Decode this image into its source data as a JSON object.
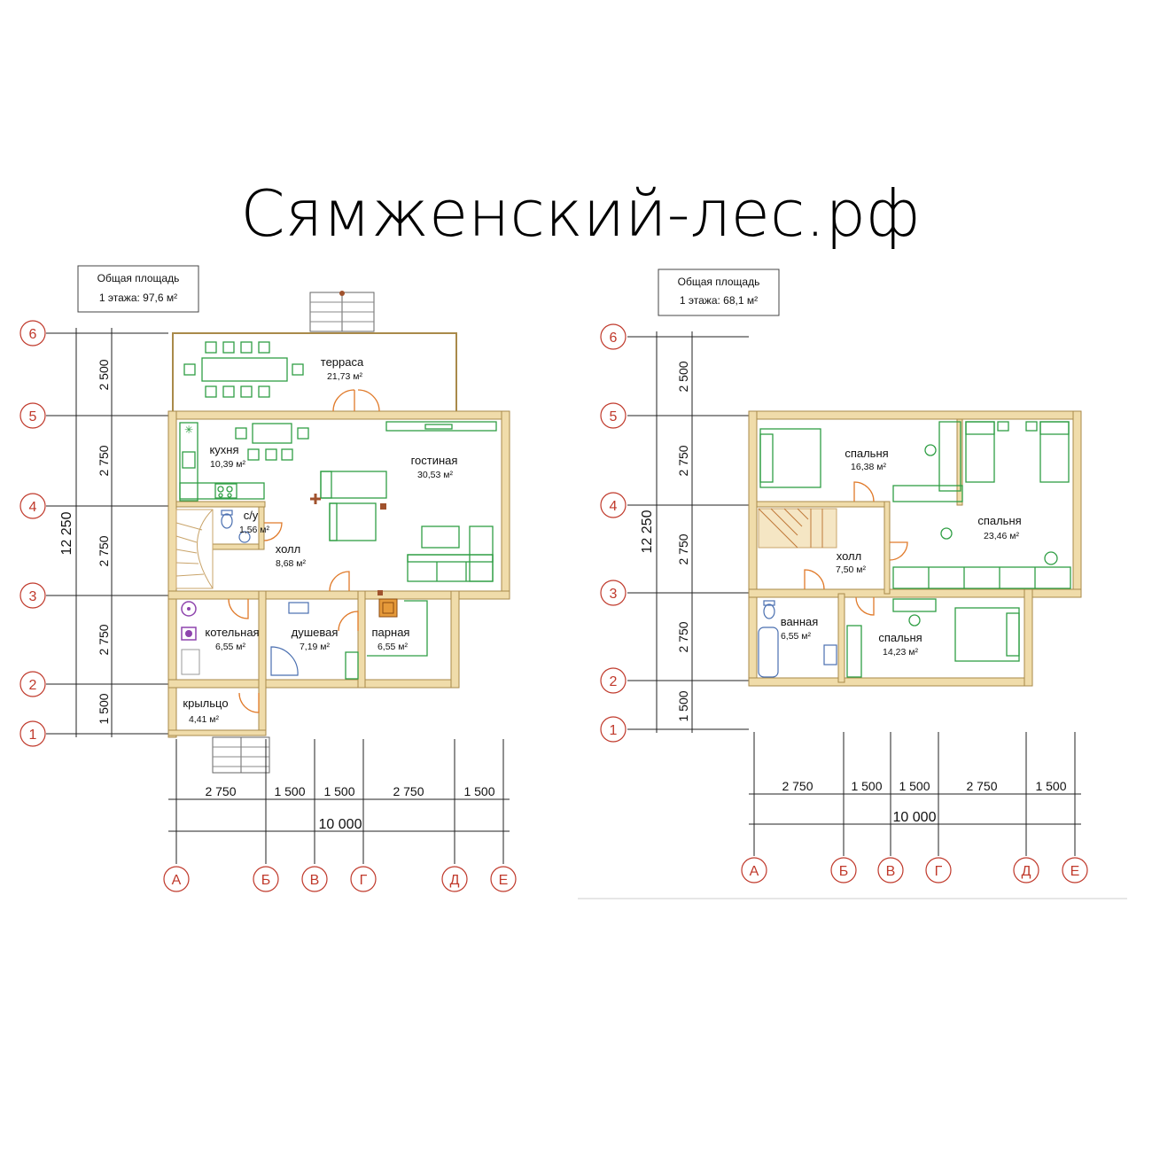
{
  "site_title": "Сямженский-лес.рф",
  "floor1": {
    "area_label": "Общая площадь",
    "area_value": "1 этажа: 97,6 м²",
    "rooms": {
      "terrace": {
        "name": "терраса",
        "area": "21,73 м²"
      },
      "kitchen": {
        "name": "кухня",
        "area": "10,39 м²"
      },
      "living": {
        "name": "гостиная",
        "area": "30,53 м²"
      },
      "wc": {
        "name": "с/у",
        "area": "1,56 м²"
      },
      "hall": {
        "name": "холл",
        "area": "8,68 м²"
      },
      "boiler": {
        "name": "котельная",
        "area": "6,55 м²"
      },
      "shower": {
        "name": "душевая",
        "area": "7,19 м²"
      },
      "steam": {
        "name": "парная",
        "area": "6,55 м²"
      },
      "porch": {
        "name": "крыльцо",
        "area": "4,41 м²"
      }
    },
    "vertical_dims": [
      "2 500",
      "2 750",
      "2 750",
      "2 750",
      "1 500"
    ],
    "total_vertical": "12 250",
    "horizontal_dims": [
      "2 750",
      "1 500",
      "1 500",
      "2 750",
      "1 500"
    ],
    "total_horizontal": "10 000"
  },
  "floor2": {
    "area_label": "Общая площадь",
    "area_value": "1 этажа: 68,1 м²",
    "rooms": {
      "bedroom1": {
        "name": "спальня",
        "area": "16,38 м²"
      },
      "bedroom2": {
        "name": "спальня",
        "area": "23,46 м²"
      },
      "hall": {
        "name": "холл",
        "area": "7,50 м²"
      },
      "bath": {
        "name": "ванная",
        "area": "6,55 м²"
      },
      "bedroom3": {
        "name": "спальня",
        "area": "14,23 м²"
      }
    },
    "vertical_dims": [
      "2 500",
      "2 750",
      "2 750",
      "2 750",
      "1 500"
    ],
    "total_vertical": "12 250",
    "horizontal_dims": [
      "2 750",
      "1 500",
      "1 500",
      "2 750",
      "1 500"
    ],
    "total_horizontal": "10 000"
  },
  "row_axes": [
    "6",
    "5",
    "4",
    "3",
    "2",
    "1"
  ],
  "column_axes": [
    "А",
    "Б",
    "В",
    "Г",
    "Д",
    "Е"
  ],
  "colors": {
    "axis": "#c0392b",
    "wall": "#f0dcaa",
    "furniture": "#2f9e44",
    "door": "#e07a2a",
    "plumbing": "#4a6fb0"
  }
}
